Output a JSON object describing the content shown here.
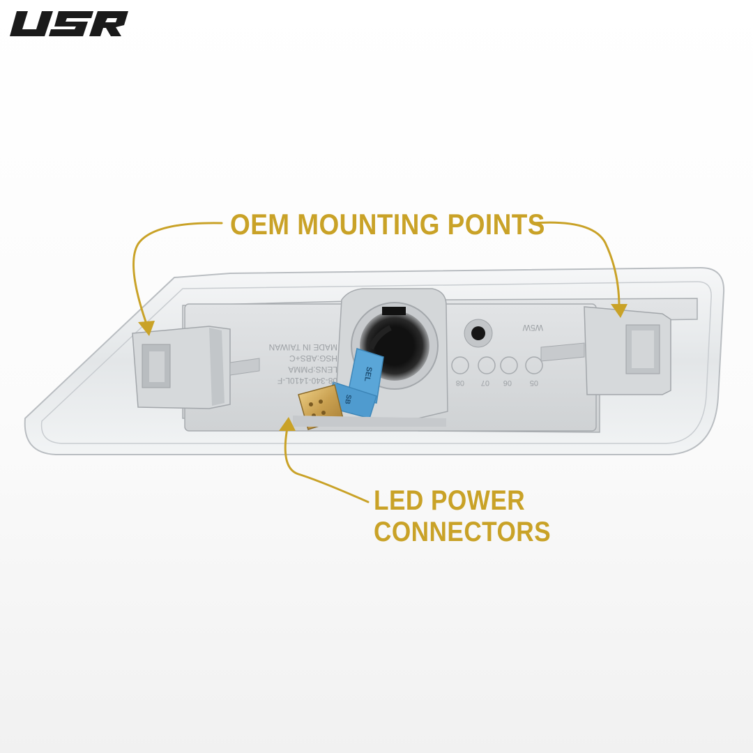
{
  "brand": {
    "logo_text": "USR",
    "logo_color": "#1a1a1a",
    "accent_color": "#c9a227"
  },
  "callouts": {
    "mounting_points": "OEM MOUNTING POINTS",
    "power_line_1": "LED POWER",
    "power_line_2": "CONNECTORS"
  },
  "product": {
    "housing_color": "#d8dbdd",
    "lens_color": "#eef0f2",
    "wire_sleeve_color": "#5aa6d8",
    "connector_color": "#d7b56a",
    "molded_text_lines": [
      "08-340-1410L-F",
      "LENS:PMMA",
      "HSG:ABS+C",
      "MADE IN TAIWAN"
    ],
    "bulb_spec": "W5W",
    "sleeve_text": "SEL",
    "sleeve_text_2": "SB",
    "date_wheel_years": [
      "05",
      "06",
      "07",
      "08"
    ]
  }
}
